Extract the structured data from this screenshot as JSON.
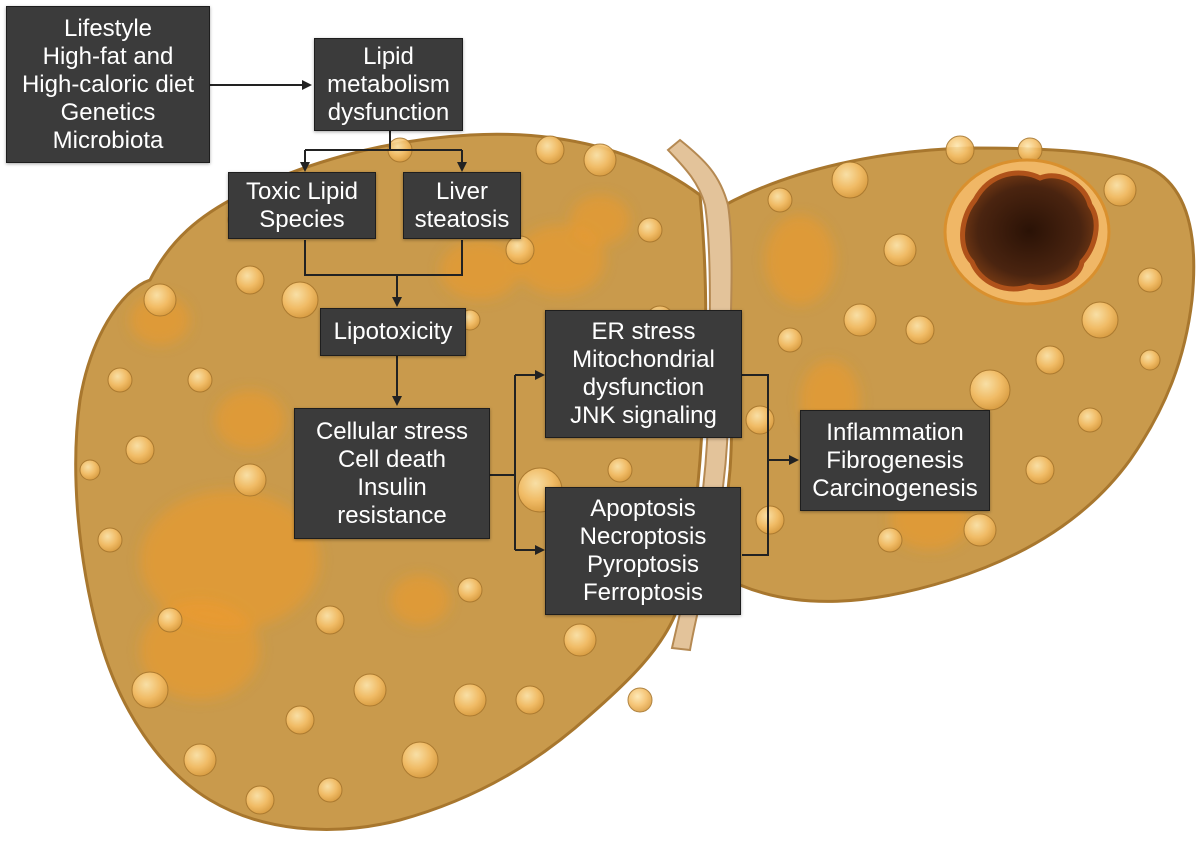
{
  "diagram": {
    "colors": {
      "box_fill": "#3b3b3b",
      "box_text": "#ffffff",
      "arrow": "#222222",
      "liver_base": "#c99a4c",
      "liver_outline": "#a8772e",
      "lesion_spot": "#ef9a2c",
      "droplet": "#f6c26a",
      "tumor_core": "#3a1d0c"
    },
    "icons": [
      "liver-illustration",
      "tumor-lesion-icon",
      "fat-droplet-icon"
    ],
    "boxes": {
      "risk_factors": {
        "lines": [
          "Lifestyle",
          "High-fat and",
          "High-caloric diet",
          "Genetics",
          "Microbiota"
        ]
      },
      "lipid_dysfunction": {
        "lines": [
          "Lipid",
          "metabolism",
          "dysfunction"
        ]
      },
      "toxic_lipid": {
        "lines": [
          "Toxic Lipid",
          "Species"
        ]
      },
      "steatosis": {
        "lines": [
          "Liver",
          "steatosis"
        ]
      },
      "lipotoxicity": {
        "lines": [
          "Lipotoxicity"
        ]
      },
      "cellular_stress": {
        "lines": [
          "Cellular stress",
          "Cell death",
          "Insulin",
          "resistance"
        ]
      },
      "er_stress": {
        "lines": [
          "ER stress",
          "Mitochondrial",
          "dysfunction",
          "JNK signaling"
        ]
      },
      "cell_death_types": {
        "lines": [
          "Apoptosis",
          "Necroptosis",
          "Pyroptosis",
          "Ferroptosis"
        ]
      },
      "outcomes": {
        "lines": [
          "Inflammation",
          "Fibrogenesis",
          "Carcinogenesis"
        ]
      }
    }
  }
}
